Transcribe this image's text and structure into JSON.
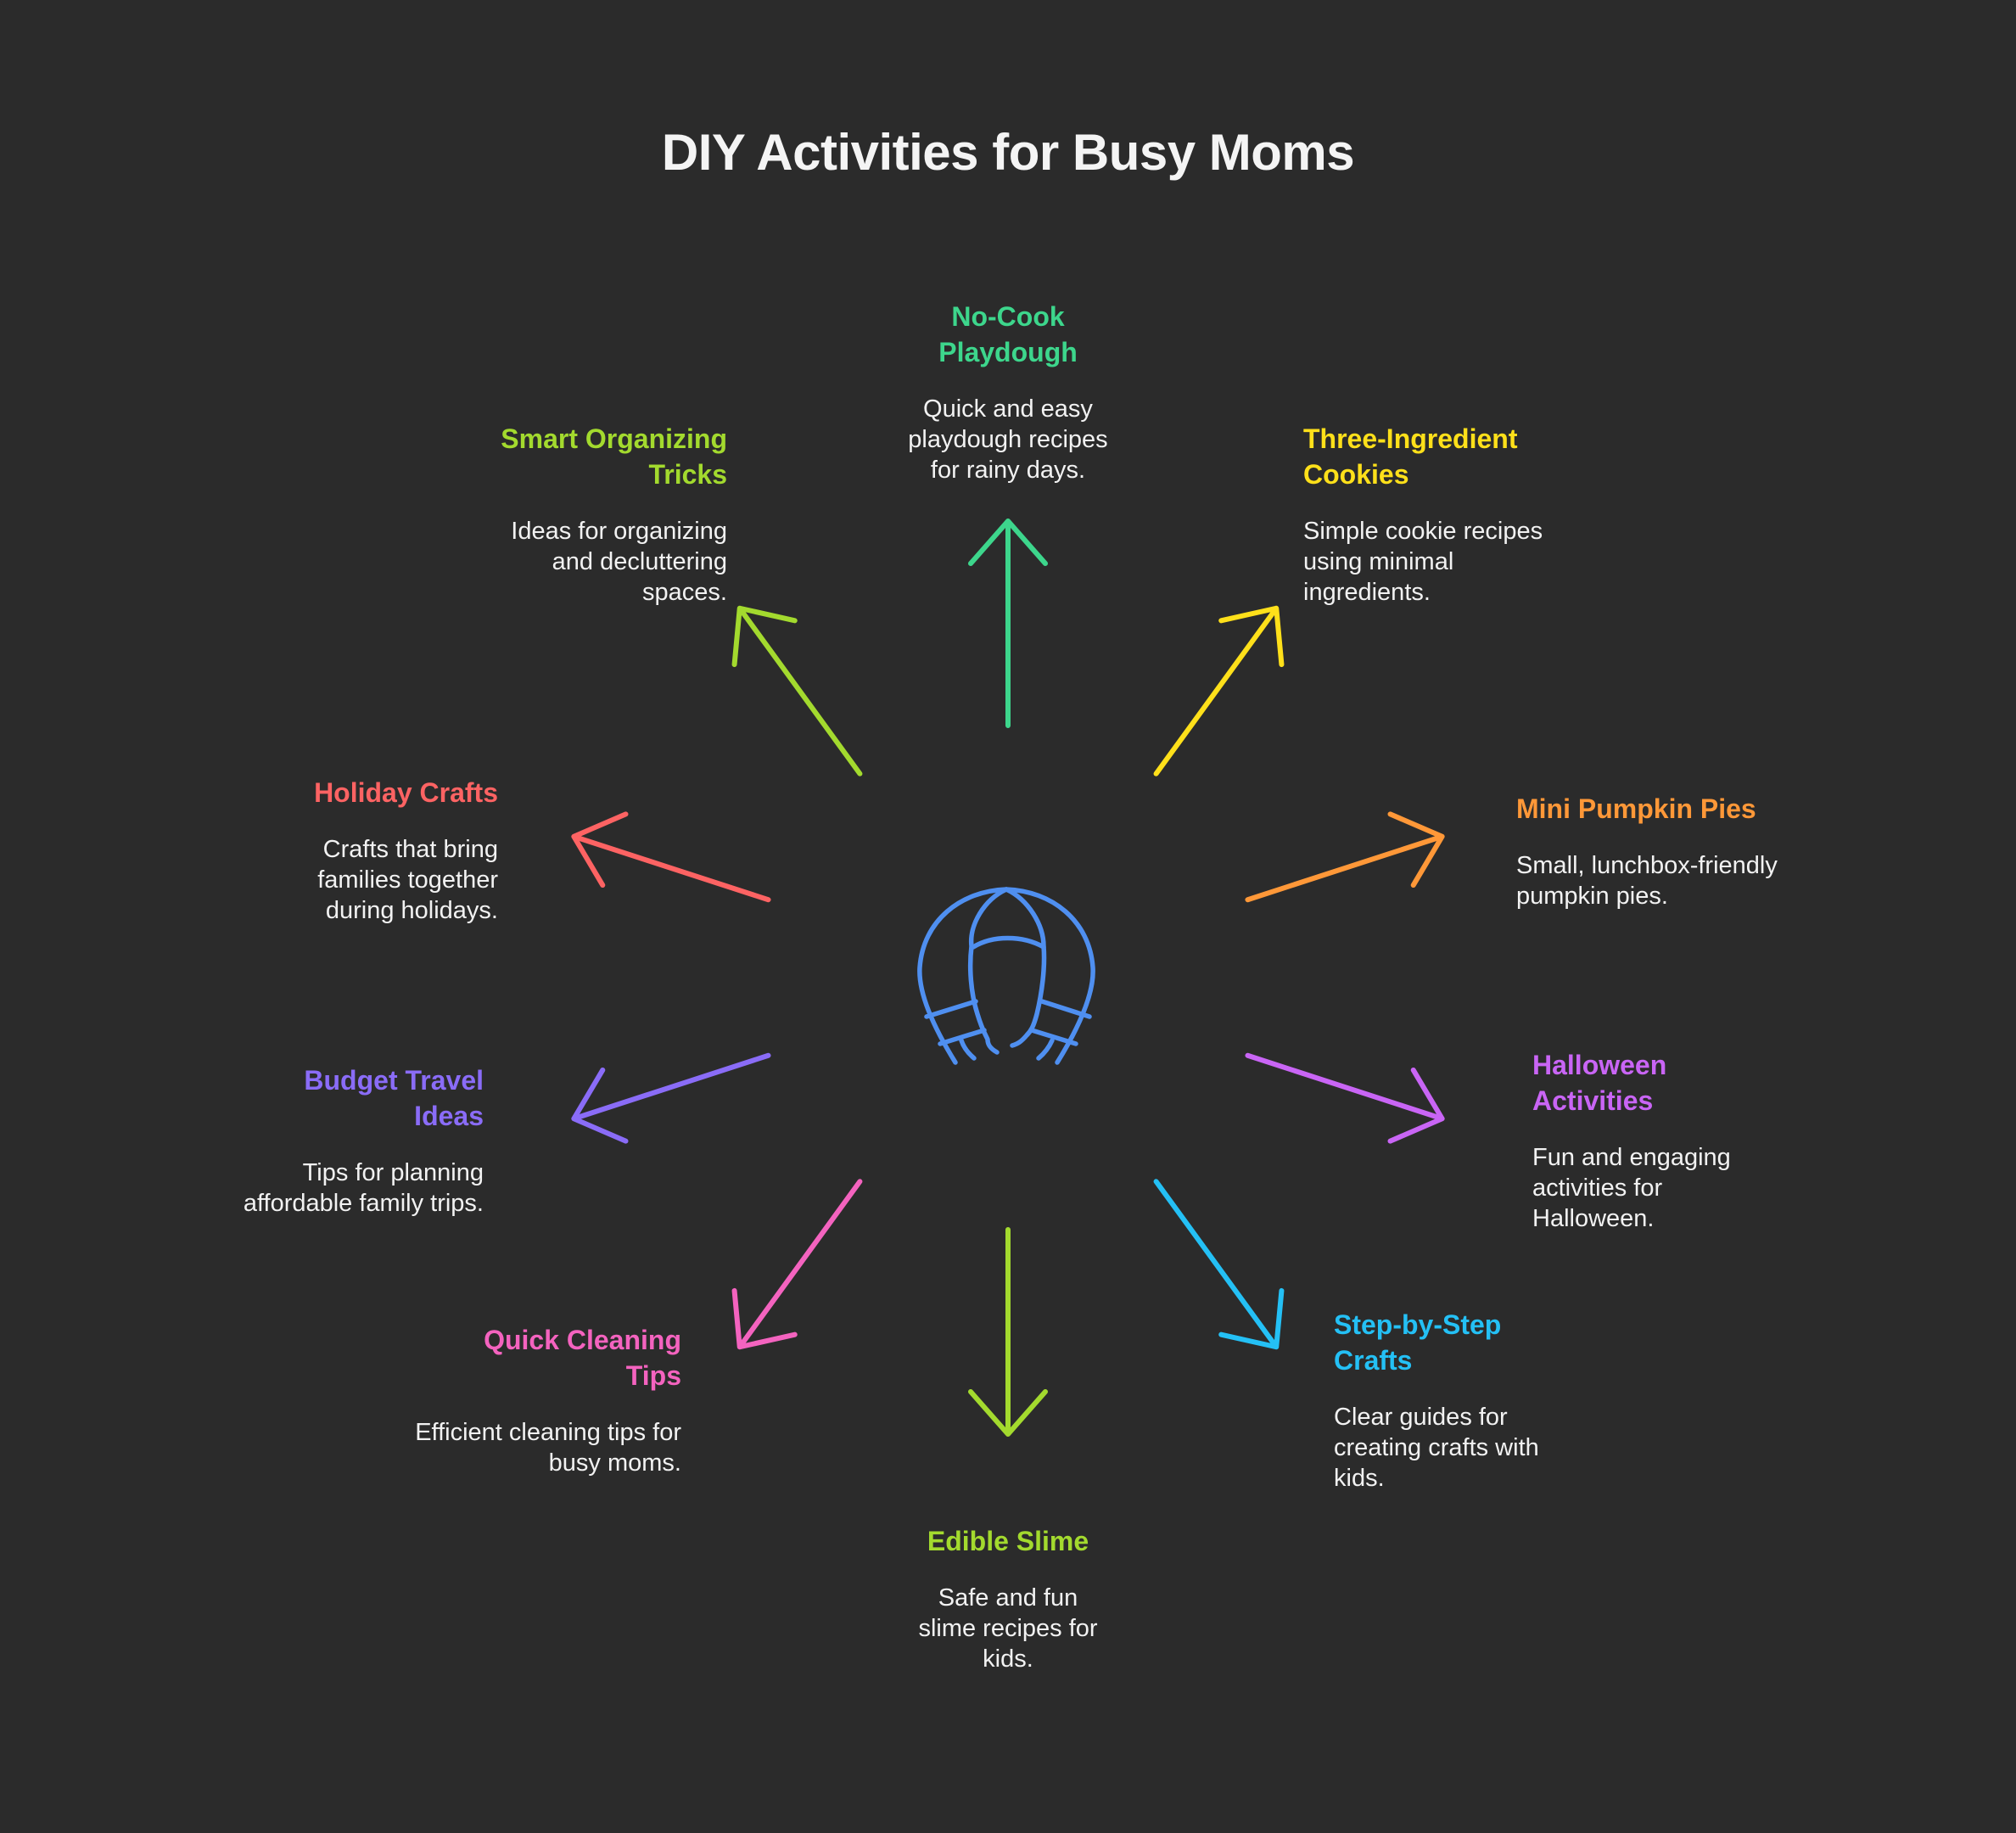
{
  "title": "DIY Activities for Busy Moms",
  "center_icon": {
    "name": "scarf-icon",
    "color": "#4f8ff0"
  },
  "items": [
    {
      "title": "No-Cook Playdough",
      "title_lines": [
        "No-Cook",
        "Playdough"
      ],
      "description": "Quick and easy playdough recipes for rainy days.",
      "color": "#3dd68c",
      "direction": "up"
    },
    {
      "title": "Three-Ingredient Cookies",
      "title_lines": [
        "Three-Ingredient",
        "Cookies"
      ],
      "description": "Simple cookie recipes using minimal ingredients.",
      "color": "#ffe01a",
      "direction": "up-right"
    },
    {
      "title": "Mini Pumpkin Pies",
      "title_lines": [
        "Mini Pumpkin Pies"
      ],
      "description": "Small, lunchbox-friendly pumpkin pies.",
      "color": "#ff9838",
      "direction": "right-up"
    },
    {
      "title": "Halloween Activities",
      "title_lines": [
        "Halloween",
        "Activities"
      ],
      "description": "Fun and engaging activities for Halloween.",
      "color": "#c965f5",
      "direction": "right-down"
    },
    {
      "title": "Step-by-Step Crafts",
      "title_lines": [
        "Step-by-Step",
        "Crafts"
      ],
      "description": "Clear guides for creating crafts with kids.",
      "color": "#24c0f5",
      "direction": "down-right"
    },
    {
      "title": "Edible Slime",
      "title_lines": [
        "Edible Slime"
      ],
      "description": "Safe and fun slime recipes for kids.",
      "color": "#a3da2e",
      "direction": "down"
    },
    {
      "title": "Quick Cleaning Tips",
      "title_lines": [
        "Quick Cleaning",
        "Tips"
      ],
      "description": "Efficient cleaning tips for busy moms.",
      "color": "#f463bf",
      "direction": "down-left"
    },
    {
      "title": "Budget Travel Ideas",
      "title_lines": [
        "Budget Travel",
        "Ideas"
      ],
      "description": "Tips for planning affordable family trips.",
      "color": "#8a6cf7",
      "direction": "left-down"
    },
    {
      "title": "Holiday Crafts",
      "title_lines": [
        "Holiday Crafts"
      ],
      "description": "Crafts that bring families together during holidays.",
      "color": "#fd6363",
      "direction": "left-up"
    },
    {
      "title": "Smart Organizing Tricks",
      "title_lines": [
        "Smart Organizing",
        "Tricks"
      ],
      "description": "Ideas for organizing and decluttering spaces.",
      "color": "#a3da2e",
      "direction": "up-left"
    }
  ],
  "colors": {
    "background": "#2b2b2b",
    "text": "#f2f2f2"
  }
}
